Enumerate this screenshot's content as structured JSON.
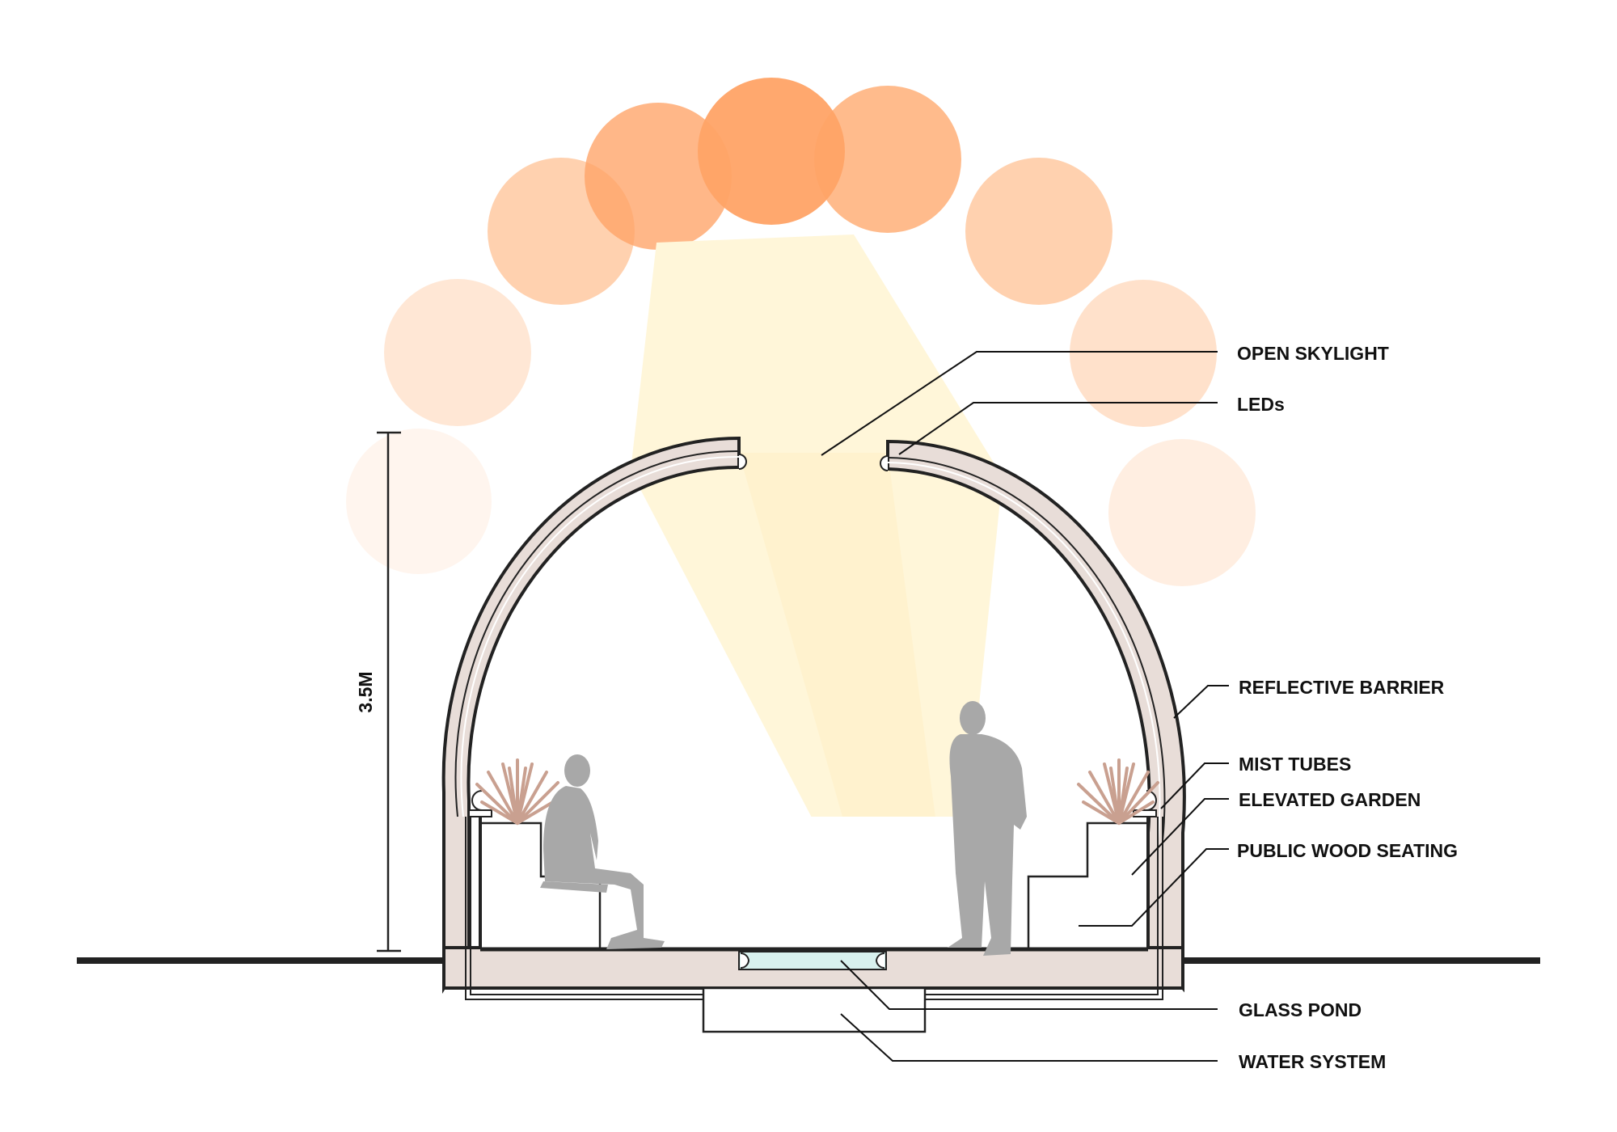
{
  "colors": {
    "sun": "#FFA366",
    "sun_light": "#FFC9A1",
    "beam": "#FFF6D9",
    "shell": "#E8DDD8",
    "outline": "#222222",
    "person": "#A8A8A8",
    "plant": "#C9A090",
    "glass": "#D8F1EE"
  },
  "dimension": {
    "height": "3.5M"
  },
  "labels": {
    "open_skylight": "OPEN SKYLIGHT",
    "leds": "LEDs",
    "reflective_barrier": "REFLECTIVE BARRIER",
    "mist_tubes": "MIST TUBES",
    "elevated_garden": "ELEVATED GARDEN",
    "public_wood_seating": "PUBLIC WOOD SEATING",
    "glass_pond": "GLASS POND",
    "water_system": "WATER SYSTEM"
  }
}
